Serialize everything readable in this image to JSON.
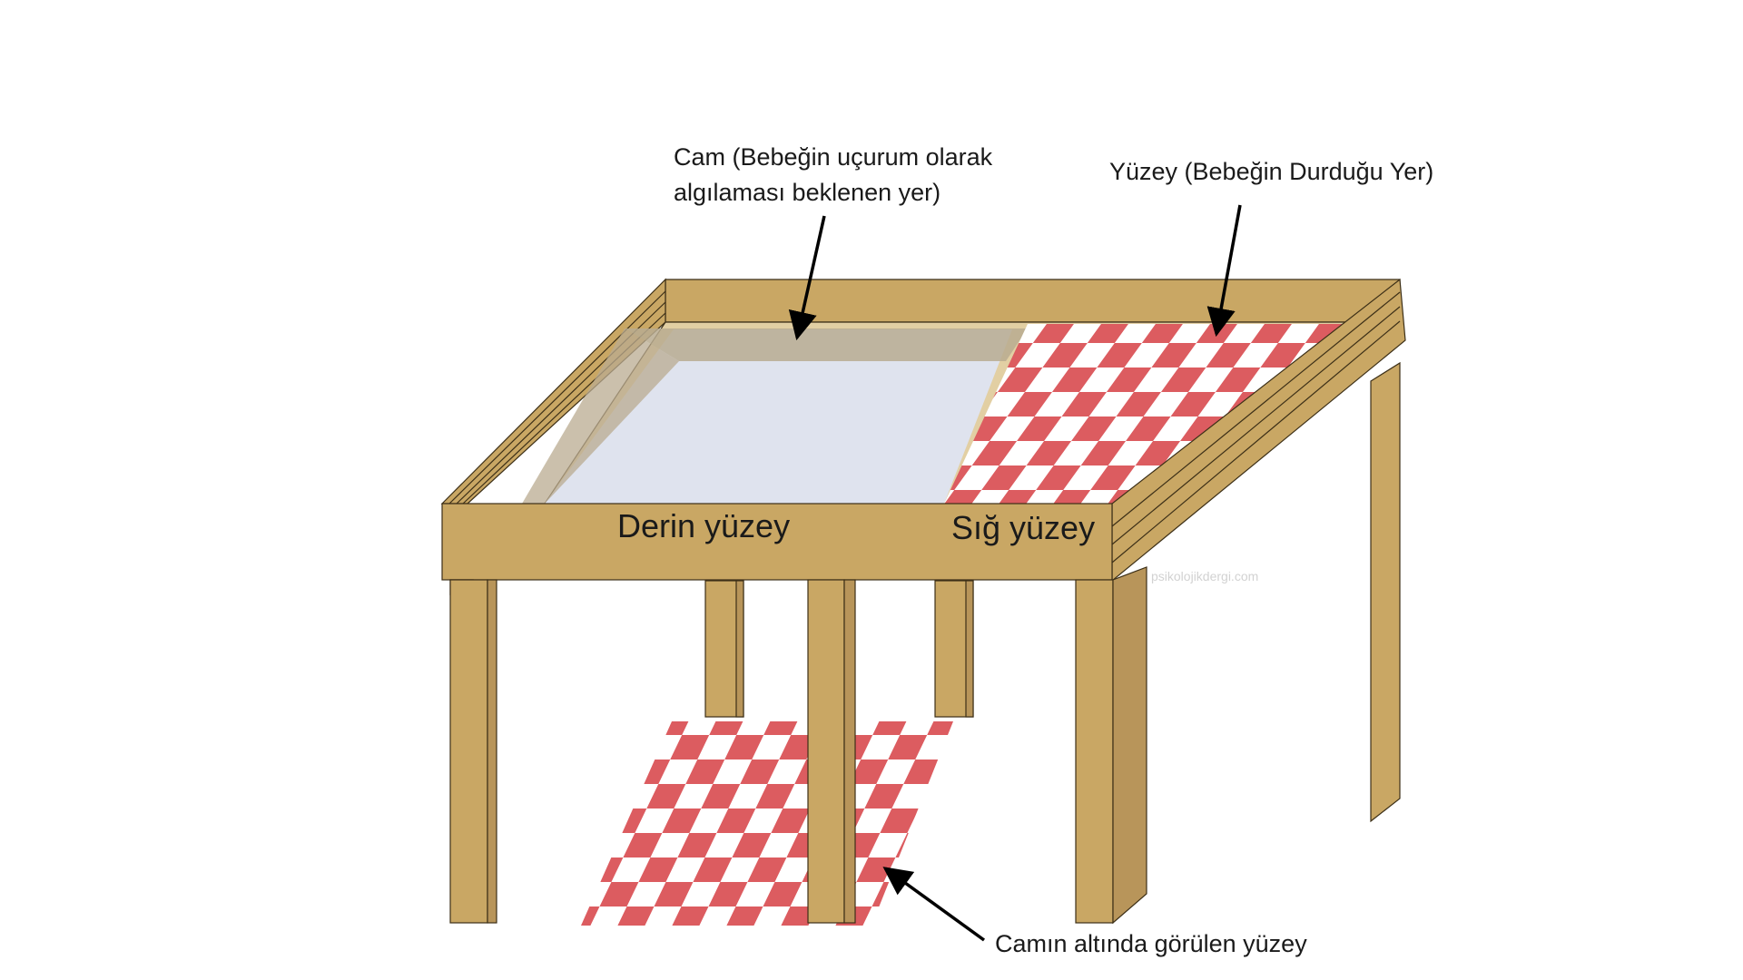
{
  "labels": {
    "glass_line1": "Cam (Bebeğin uçurum olarak",
    "glass_line2": "algılaması beklenen yer)",
    "surface": "Yüzey (Bebeğin Durduğu Yer)",
    "deep": "Derin yüzey",
    "shallow": "Sığ yüzey",
    "below": "Camın altında görülen yüzey",
    "watermark": "psikolojikdergi.com"
  },
  "colors": {
    "wood": "#c9a764",
    "wood_outline": "#3c2f17",
    "glass": "#dfe3ee",
    "glass_frame_tint": "#b9ab90",
    "checker_red": "#dc5c60",
    "checker_white": "#ffffff",
    "arrow": "#000000"
  }
}
